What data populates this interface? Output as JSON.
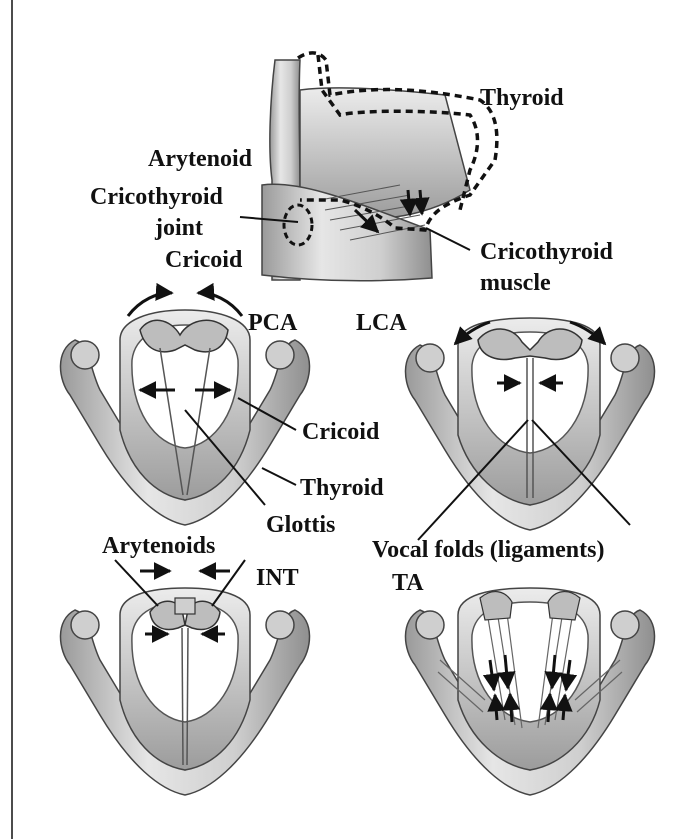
{
  "labels": {
    "thyroid_top": "Thyroid",
    "arytenoid": "Arytenoid",
    "cricothyroid_joint_line1": "Cricothyroid",
    "cricothyroid_joint_line2": "joint",
    "cricoid_top": "Cricoid",
    "cricothyroid_muscle_line1": "Cricothyroid",
    "cricothyroid_muscle_line2": "muscle",
    "pca": "PCA",
    "lca": "LCA",
    "cricoid_mid": "Cricoid",
    "thyroid_mid": "Thyroid",
    "glottis": "Glottis",
    "arytenoids": "Arytenoids",
    "int": "INT",
    "vocal_folds": "Vocal folds (ligaments)",
    "ta": "TA"
  },
  "colors": {
    "cartilage_fill": "#d9d9d9",
    "cartilage_shade": "#a8a8a8",
    "outline": "#3a3a3a",
    "ink": "#111111",
    "background": "#ffffff"
  }
}
